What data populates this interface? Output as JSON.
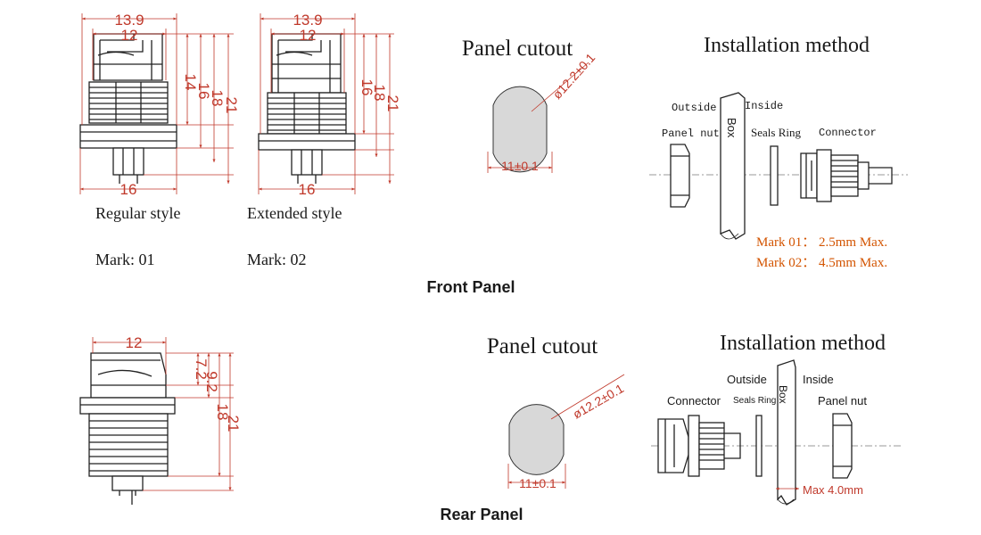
{
  "colors": {
    "dimension": "#c0392b",
    "ink": "#222222",
    "note": "#d35400",
    "hole": "#d8d8d8"
  },
  "front": {
    "section_title": "Front Panel",
    "regular": {
      "caption": "Regular style",
      "mark": "Mark: 01",
      "dim_top1": "13.9",
      "dim_top2": "12",
      "dim_bottom": "16",
      "dim_v1": "14",
      "dim_v2": "16",
      "dim_v3": "18",
      "dim_v4": "21"
    },
    "extended": {
      "caption": "Extended style",
      "mark": "Mark: 02",
      "dim_top1": "13.9",
      "dim_top2": "12",
      "dim_bottom": "16",
      "dim_v1": "16",
      "dim_v2": "18",
      "dim_v3": "21"
    },
    "cutout": {
      "title": "Panel cutout",
      "diameter": "ø12.2±0.1",
      "width": "11±0.1"
    },
    "install": {
      "title": "Installation method",
      "outside": "Outside",
      "inside": "Inside",
      "box": "Box",
      "panel_nut": "Panel nut",
      "seals_ring": "Seals Ring",
      "connector": "Connector",
      "note1": "Mark 01： 2.5mm Max.",
      "note2": "Mark 02： 4.5mm Max."
    }
  },
  "rear": {
    "section_title": "Rear Panel",
    "part": {
      "dim_top": "12",
      "dim_v1": "7.2",
      "dim_v2": "9.2",
      "dim_v3": "18",
      "dim_v4": "21"
    },
    "cutout": {
      "title": "Panel cutout",
      "diameter": "ø12.2±0.1",
      "width": "11±0.1"
    },
    "install": {
      "title": "Installation method",
      "outside": "Outside",
      "inside": "Inside",
      "box": "Box",
      "connector": "Connector",
      "seals_ring": "Seals Ring",
      "panel_nut": "Panel nut",
      "note": "Max 4.0mm"
    }
  }
}
